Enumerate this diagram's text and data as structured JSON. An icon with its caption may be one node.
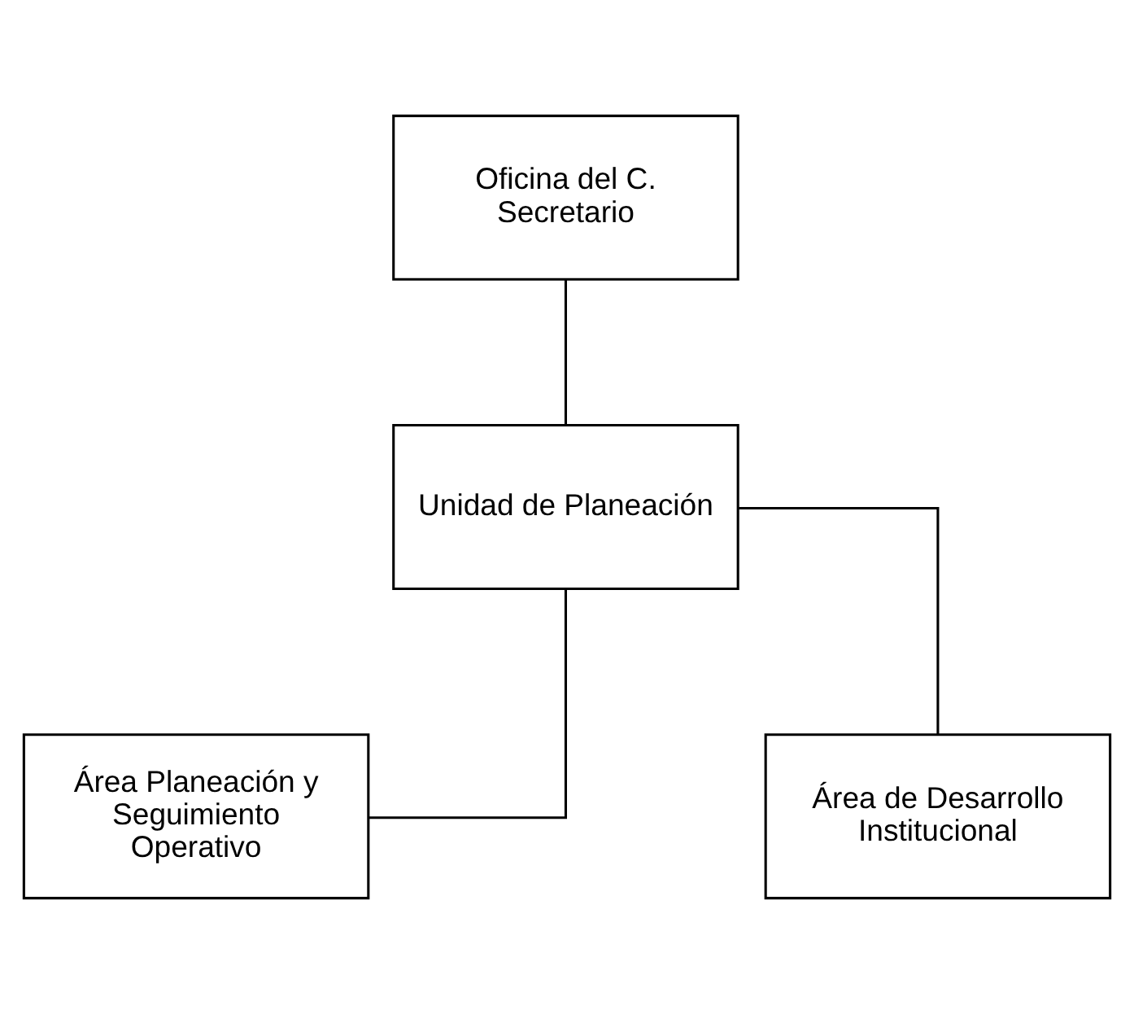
{
  "diagram": {
    "nodes": [
      {
        "text": [
          "Oficina del C. Secretario"
        ]
      },
      {
        "text": [
          "Unidad de Planeación"
        ]
      },
      {
        "text": [
          "Área Planeación y Seguimiento Operativo"
        ]
      },
      {
        "text": [
          "Área de Desarrollo Institucional"
        ]
      }
    ],
    "edges": [
      {
        "from": 0,
        "to": 1,
        "arrow": "none"
      },
      {
        "from": 1,
        "to": 2,
        "arrow": "none"
      },
      {
        "from": 1,
        "to": 3,
        "arrow": "none"
      }
    ]
  }
}
